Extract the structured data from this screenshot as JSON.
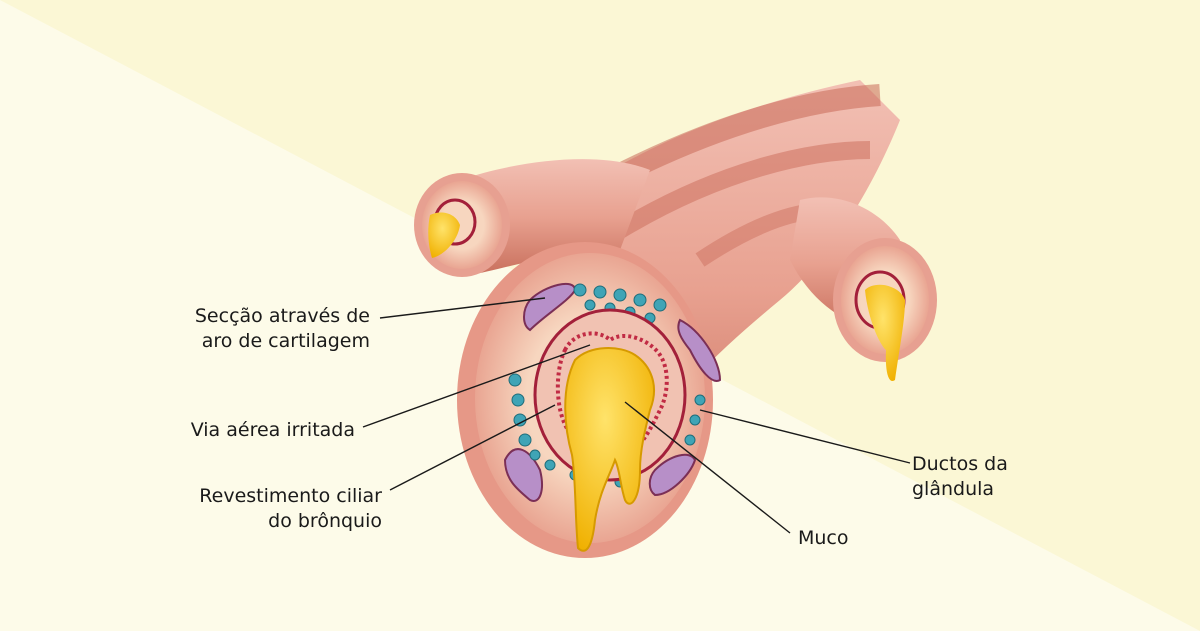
{
  "labels": {
    "cartilage": "Secção através de\naro de cartilagem",
    "irritated": "Via aérea irritada",
    "cilia": "Revestimento ciliar\ndo brônquio",
    "ducts": "Ductos da\nglândula",
    "mucus": "Muco"
  },
  "colors": {
    "background": "#fdfbe9",
    "band": "#fbf7d6",
    "tissue": "#e9a99a",
    "tissue_dark": "#c96a58",
    "lumen_border": "#a3203a",
    "gland": "#3fa4b6",
    "cartilage": "#b78fc8",
    "mucus": "#f6c21b"
  }
}
